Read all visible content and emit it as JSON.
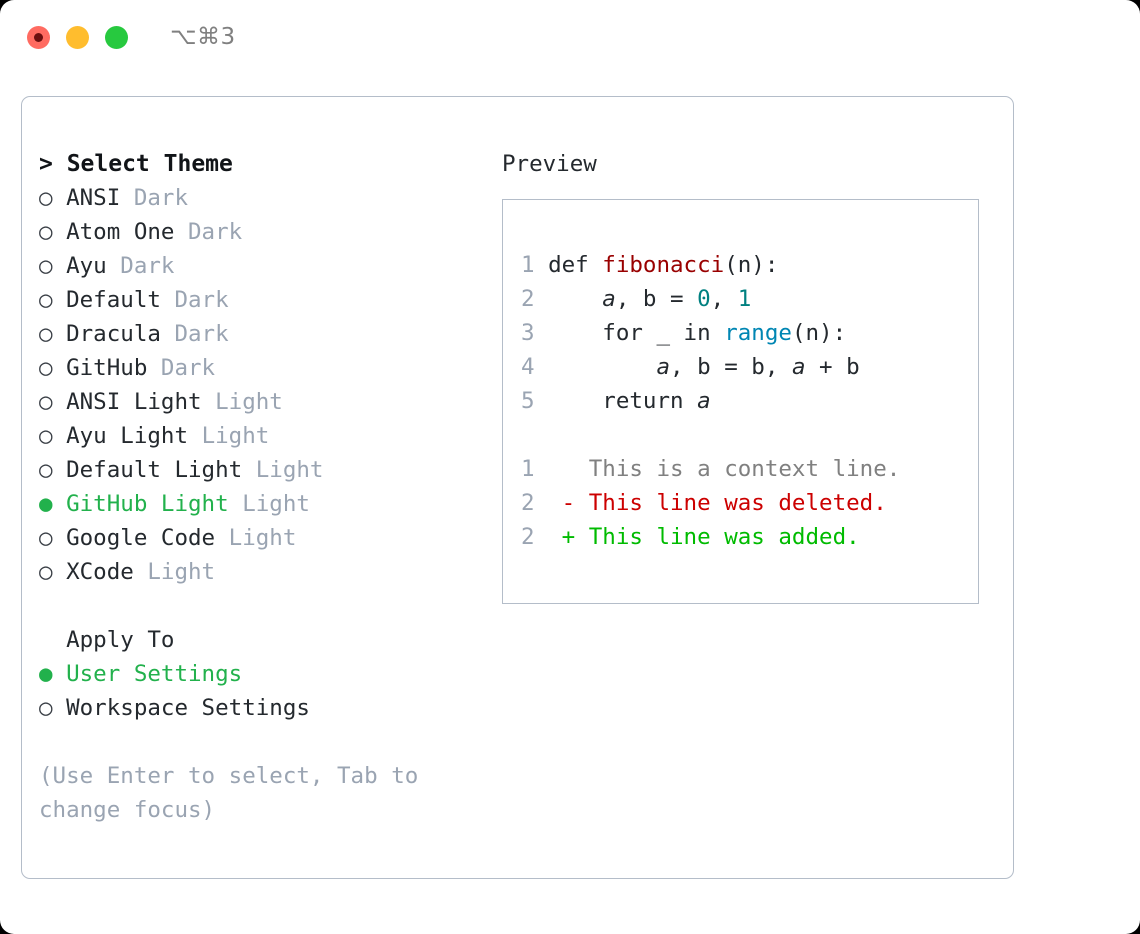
{
  "window": {
    "shortcut": "⌥⌘3",
    "traffic_lights": [
      {
        "name": "close",
        "color": "#ff6b61"
      },
      {
        "name": "minimize",
        "color": "#ffbd2e"
      },
      {
        "name": "zoom",
        "color": "#27c93f"
      }
    ]
  },
  "theme_picker": {
    "heading_marker": "> ",
    "heading": "Select Theme",
    "bullet_selected": "●",
    "bullet_unselected": "○",
    "items": [
      {
        "marker": "○",
        "name": "ANSI",
        "tag": "Dark",
        "selected": false
      },
      {
        "marker": "○",
        "name": "Atom One",
        "tag": "Dark",
        "selected": false
      },
      {
        "marker": "○",
        "name": "Ayu",
        "tag": "Dark",
        "selected": false
      },
      {
        "marker": "○",
        "name": "Default",
        "tag": "Dark",
        "selected": false
      },
      {
        "marker": "○",
        "name": "Dracula",
        "tag": "Dark",
        "selected": false
      },
      {
        "marker": "○",
        "name": "GitHub",
        "tag": "Dark",
        "selected": false
      },
      {
        "marker": "○",
        "name": "ANSI Light",
        "tag": "Light",
        "selected": false
      },
      {
        "marker": "○",
        "name": "Ayu Light",
        "tag": "Light",
        "selected": false
      },
      {
        "marker": "○",
        "name": "Default Light",
        "tag": "Light",
        "selected": false
      },
      {
        "marker": "●",
        "name": "GitHub Light",
        "tag": "Light",
        "selected": true
      },
      {
        "marker": "○",
        "name": "Google Code",
        "tag": "Light",
        "selected": false
      },
      {
        "marker": "○",
        "name": "XCode",
        "tag": "Light",
        "selected": false
      }
    ]
  },
  "apply_to": {
    "heading": "Apply To",
    "options": [
      {
        "marker": "●",
        "label": "User Settings",
        "selected": true
      },
      {
        "marker": "○",
        "label": "Workspace Settings",
        "selected": false
      }
    ]
  },
  "hint": {
    "line1": "(Use Enter to select, Tab to",
    "line2": "change focus)"
  },
  "preview": {
    "title": "Preview",
    "code_lines": [
      {
        "n": "1",
        "segments": [
          {
            "t": "def ",
            "c": "plain"
          },
          {
            "t": "fibonacci",
            "c": "fn"
          },
          {
            "t": "(n):",
            "c": "plain"
          }
        ]
      },
      {
        "n": "2",
        "segments": [
          {
            "t": "    ",
            "c": "plain"
          },
          {
            "t": "a",
            "c": "var"
          },
          {
            "t": ", b = ",
            "c": "plain"
          },
          {
            "t": "0",
            "c": "num"
          },
          {
            "t": ", ",
            "c": "plain"
          },
          {
            "t": "1",
            "c": "num"
          }
        ]
      },
      {
        "n": "3",
        "segments": [
          {
            "t": "    for _ in ",
            "c": "plain"
          },
          {
            "t": "range",
            "c": "kwfn"
          },
          {
            "t": "(n):",
            "c": "plain"
          }
        ]
      },
      {
        "n": "4",
        "segments": [
          {
            "t": "        ",
            "c": "plain"
          },
          {
            "t": "a",
            "c": "var"
          },
          {
            "t": ", b = b, ",
            "c": "plain"
          },
          {
            "t": "a",
            "c": "var"
          },
          {
            "t": " + b",
            "c": "plain"
          }
        ]
      },
      {
        "n": "5",
        "segments": [
          {
            "t": "    return ",
            "c": "plain"
          },
          {
            "t": "a",
            "c": "var"
          }
        ]
      }
    ],
    "diff_lines": [
      {
        "n": "1",
        "sign": "  ",
        "text": "This is a context line.",
        "kind": "ctx"
      },
      {
        "n": "2",
        "sign": "- ",
        "text": "This line was deleted.",
        "kind": "del"
      },
      {
        "n": "2",
        "sign": "+ ",
        "text": "This line was added.",
        "kind": "add"
      }
    ]
  },
  "colors": {
    "accent_green": "#22b14c",
    "muted": "#9aa4b2",
    "text": "#24292e",
    "border": "#b4bdc9",
    "fn_red": "#990000",
    "kw_blue": "#0086b3",
    "num_teal": "#008080",
    "diff_del": "#cc0000",
    "diff_add": "#00bb00"
  }
}
